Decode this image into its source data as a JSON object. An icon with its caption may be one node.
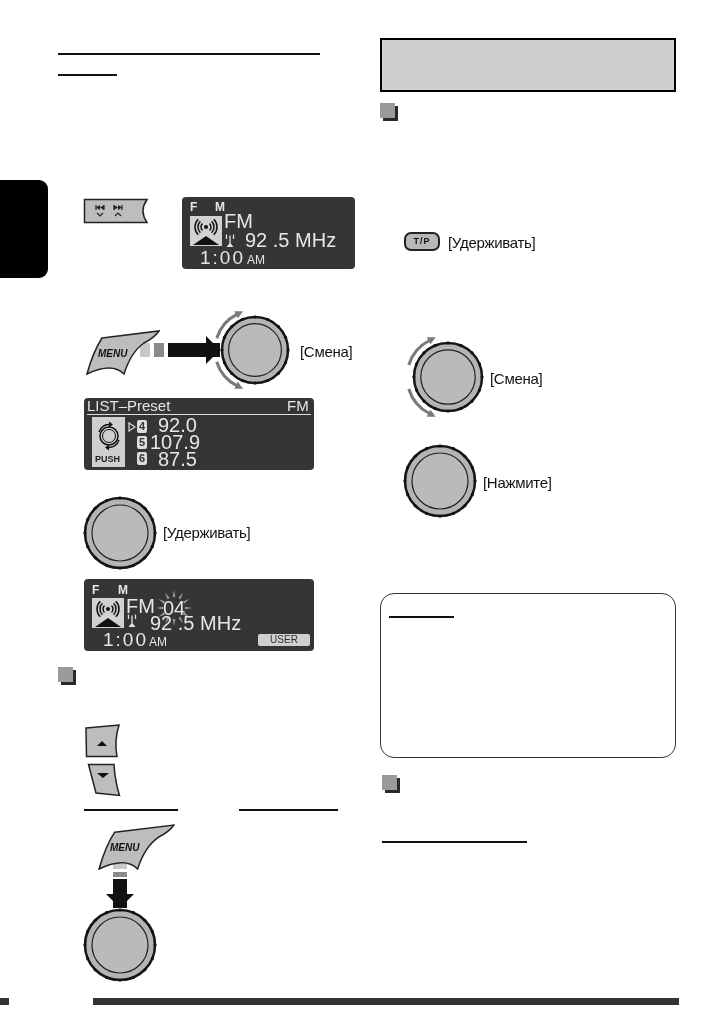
{
  "diagram": {
    "nodes": [
      {
        "text": [
          "F",
          "M",
          "FM",
          "92 .5 MHz",
          "1:00",
          "AM"
        ]
      },
      {
        "text": [
          "MENU"
        ]
      },
      {
        "text": [],
        "shape": "circle",
        "beside": [
          "[Смена]"
        ]
      },
      {
        "text": [
          "LIST–Preset",
          "FM",
          "PUSH",
          "4",
          "92.0",
          "5",
          "107.9",
          "6",
          "87.5"
        ]
      },
      {
        "text": [],
        "shape": "circle",
        "beside": [
          "[Удерживать]"
        ]
      },
      {
        "text": [
          "F",
          "M",
          "FM",
          "04",
          "92 .5 MHz",
          "1:00",
          "AM",
          "USER"
        ]
      },
      {
        "text": [
          "MENU"
        ]
      },
      {
        "text": [],
        "shape": "circle"
      },
      {
        "text": [
          "T/P"
        ],
        "beside": [
          "[Удерживать]"
        ]
      },
      {
        "text": [],
        "shape": "circle",
        "beside": [
          "[Смена]"
        ]
      },
      {
        "text": [],
        "shape": "circle",
        "beside": [
          "[Нажмите]"
        ]
      },
      {
        "text": [],
        "shape": "box"
      }
    ],
    "edges": [
      {
        "from": 1,
        "to": 2,
        "arrow": "to"
      },
      {
        "from": 6,
        "to": 7,
        "arrow": "to"
      }
    ]
  }
}
